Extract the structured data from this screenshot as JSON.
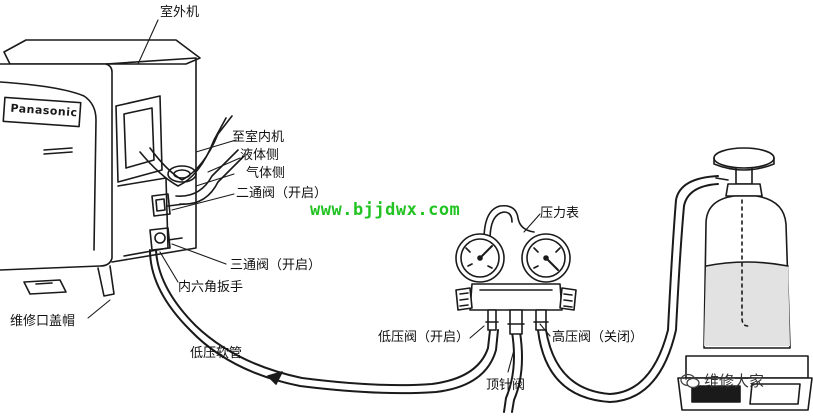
{
  "labels": {
    "outdoor_unit": "室外机",
    "to_indoor_unit": "至室内机",
    "liquid_side": "液体侧",
    "gas_side": "气体侧",
    "two_way_valve": "二通阀（开启）",
    "three_way_valve": "三通阀（开启）",
    "hex_wrench": "内六角扳手",
    "service_port_cap": "维修口盖帽",
    "low_pressure_hose": "低压软管",
    "pressure_gauge": "压力表",
    "low_pressure_valve": "低压阀（开启）",
    "high_pressure_valve": "高压阀（关闭）",
    "thimble_valve": "顶针阀"
  },
  "brand": "Panasonic",
  "watermark": "www.bjjdwx.com",
  "credit": "维修大家",
  "colors": {
    "line": "#1a1a1a",
    "watermark": "#22c322",
    "refrigerant": "#e2e2e2"
  }
}
